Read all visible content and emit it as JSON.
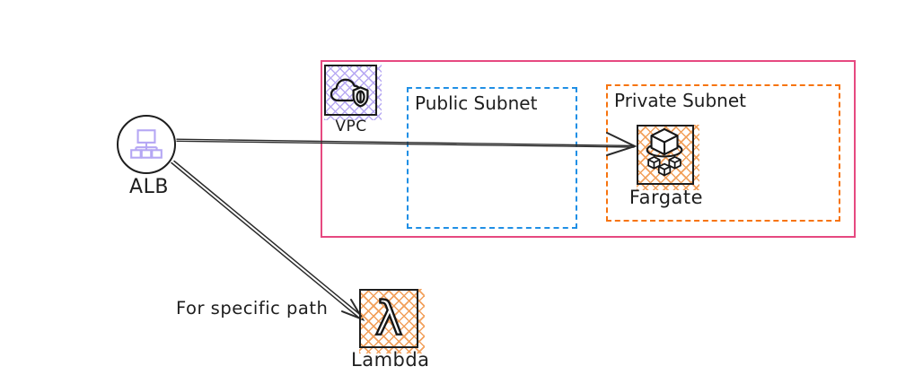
{
  "nodes": {
    "alb": {
      "label": "ALB"
    },
    "vpc": {
      "label": "VPC"
    },
    "public_subnet": {
      "label": "Public Subnet"
    },
    "private_subnet": {
      "label": "Private Subnet"
    },
    "fargate": {
      "label": "Fargate"
    },
    "lambda": {
      "label": "Lambda"
    }
  },
  "edges": [
    {
      "from": "ALB",
      "to": "Fargate",
      "label": ""
    },
    {
      "from": "ALB",
      "to": "Lambda",
      "label": "For specific path"
    }
  ],
  "colors": {
    "vpc_border": "#e64980",
    "public_subnet_border": "#1f8fe5",
    "private_subnet_border": "#f7740f",
    "orange_hatch": "#f2a05b",
    "purple_hatch": "#b9abf3",
    "alb_icon_purple": "#b5a7f4",
    "ink": "#1e1e1e"
  }
}
